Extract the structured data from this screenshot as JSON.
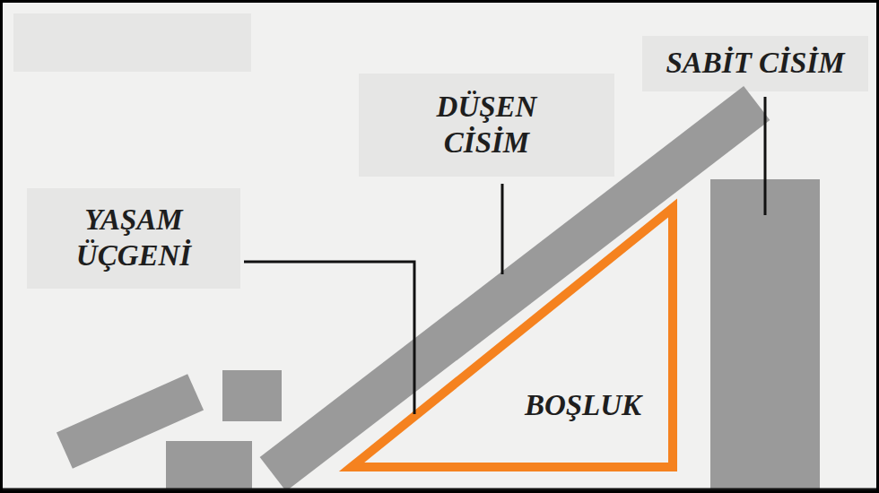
{
  "diagram": {
    "labels": [
      "SABİT CİSİM",
      "DÜŞEN CİSİM",
      "YAŞAM ÜÇGENİ",
      "BOŞLUK"
    ]
  }
}
